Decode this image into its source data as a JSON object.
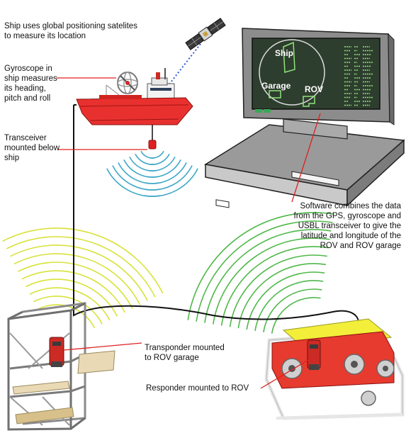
{
  "callouts": {
    "gps": "Ship uses global positioning satelites to measure its location",
    "gyro": "Gyroscope in ship measures its heading, pitch and roll",
    "transceiver": "Transceiver mounted below ship",
    "software": "Software combines the data from the GPS, gyroscope and USBL transceiver to give the latitude and longitude of the ROV and ROV  garage",
    "transponder": "Transponder mounted to ROV garage",
    "responder": "Responder mounted to ROV"
  },
  "screen": {
    "ship_label": "Ship",
    "garage_label": "Garage",
    "rov_label": "ROV"
  },
  "colors": {
    "callout_line": "#e02020",
    "ship_hull": "#e8312f",
    "wave_blue": "#3fa7c8",
    "wave_green": "#4fb84a",
    "wave_yellow": "#d8e23a",
    "screen_bg": "#2e3e2e",
    "screen_text": "#8fe27a",
    "rov_body": "#e63b2e",
    "rov_top": "#f2ee3a"
  },
  "icons": [
    "satellite-icon",
    "ship-icon",
    "gyroscope-icon",
    "transceiver-icon",
    "computer-icon",
    "garage-cage-icon",
    "transponder-icon",
    "rov-icon",
    "responder-icon"
  ]
}
